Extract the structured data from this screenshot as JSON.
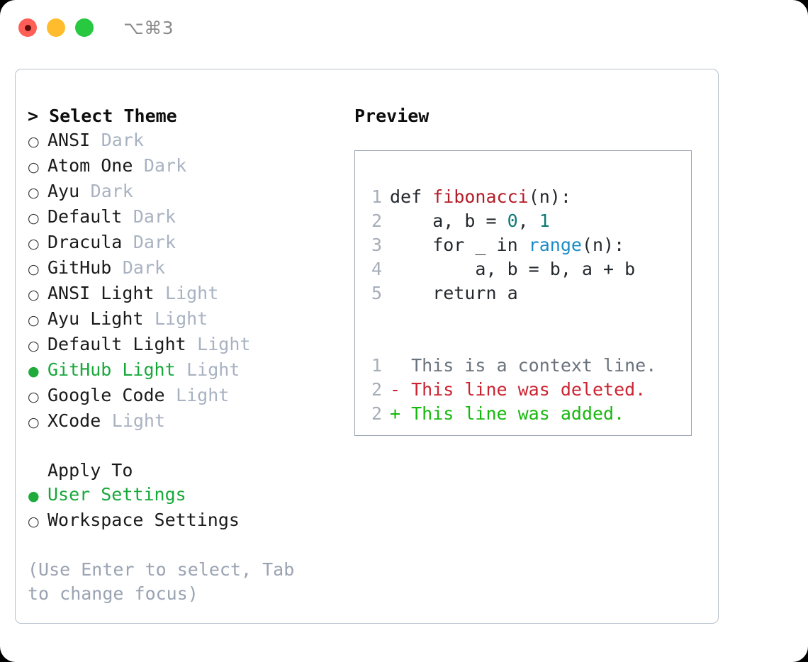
{
  "titlebar": {
    "dots": [
      {
        "name": "close",
        "color": "#ff5f57"
      },
      {
        "name": "minimize",
        "color": "#ffbd2e"
      },
      {
        "name": "zoom",
        "color": "#28c840"
      }
    ],
    "shortcut": "⌥⌘3"
  },
  "theme_picker": {
    "header": "> Select Theme",
    "items": [
      {
        "marker": "○",
        "label": "ANSI",
        "tag": "Dark",
        "selected": false
      },
      {
        "marker": "○",
        "label": "Atom One",
        "tag": "Dark",
        "selected": false
      },
      {
        "marker": "○",
        "label": "Ayu",
        "tag": "Dark",
        "selected": false
      },
      {
        "marker": "○",
        "label": "Default",
        "tag": "Dark",
        "selected": false
      },
      {
        "marker": "○",
        "label": "Dracula",
        "tag": "Dark",
        "selected": false
      },
      {
        "marker": "○",
        "label": "GitHub",
        "tag": "Dark",
        "selected": false
      },
      {
        "marker": "○",
        "label": "ANSI Light",
        "tag": "Light",
        "selected": false
      },
      {
        "marker": "○",
        "label": "Ayu Light",
        "tag": "Light",
        "selected": false
      },
      {
        "marker": "○",
        "label": "Default Light",
        "tag": "Light",
        "selected": false
      },
      {
        "marker": "●",
        "label": "GitHub Light",
        "tag": "Light",
        "selected": true
      },
      {
        "marker": "○",
        "label": "Google Code",
        "tag": "Light",
        "selected": false
      },
      {
        "marker": "○",
        "label": "XCode",
        "tag": "Light",
        "selected": false
      }
    ]
  },
  "apply_to": {
    "header": "Apply To",
    "items": [
      {
        "marker": "●",
        "label": "User Settings",
        "selected": true
      },
      {
        "marker": "○",
        "label": "Workspace Settings",
        "selected": false
      }
    ]
  },
  "hint": "(Use Enter to select, Tab to change focus)",
  "preview": {
    "title": "Preview",
    "code_lines": [
      {
        "number": "1",
        "tokens": [
          {
            "text": "def ",
            "type": "plain"
          },
          {
            "text": "fibonacci",
            "type": "fn"
          },
          {
            "text": "(n):",
            "type": "plain"
          }
        ]
      },
      {
        "number": "2",
        "tokens": [
          {
            "text": "    a, b = ",
            "type": "plain"
          },
          {
            "text": "0",
            "type": "num"
          },
          {
            "text": ", ",
            "type": "plain"
          },
          {
            "text": "1",
            "type": "num"
          }
        ]
      },
      {
        "number": "3",
        "tokens": [
          {
            "text": "    for _ in ",
            "type": "plain"
          },
          {
            "text": "range",
            "type": "call"
          },
          {
            "text": "(n):",
            "type": "plain"
          }
        ]
      },
      {
        "number": "4",
        "tokens": [
          {
            "text": "        a, b = b, a + b",
            "type": "plain"
          }
        ]
      },
      {
        "number": "5",
        "tokens": [
          {
            "text": "    return a",
            "type": "plain"
          }
        ]
      }
    ],
    "diff_lines": [
      {
        "number": "1",
        "prefix": "  ",
        "text": "This is a context line.",
        "type": "ctx"
      },
      {
        "number": "2",
        "prefix": "- ",
        "text": "This line was deleted.",
        "type": "del"
      },
      {
        "number": "2",
        "prefix": "+ ",
        "text": "This line was added.",
        "type": "add"
      }
    ]
  },
  "colors": {
    "accent_green": "#17a83a",
    "tag_grey": "#a8b2c1",
    "hint_grey": "#9aa3b2",
    "fn_red": "#b31d28",
    "num_teal": "#0c7a74",
    "call_blue": "#1a8cc8",
    "diff_del": "#cb2431",
    "diff_add": "#17b80f",
    "border": "#b9c1cc"
  }
}
